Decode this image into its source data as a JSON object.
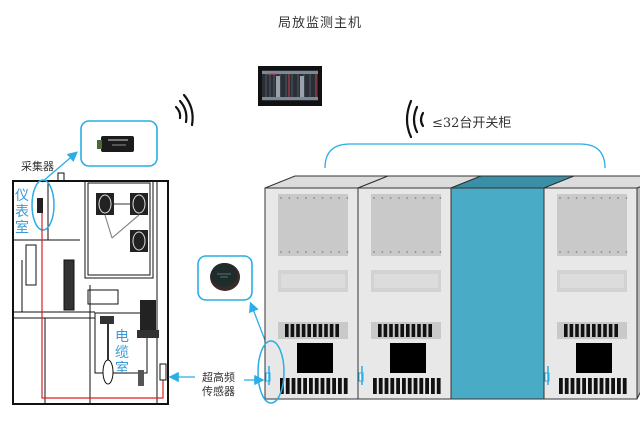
{
  "title": "局放监测主机",
  "monitor_host": {
    "label": "局放监测主机",
    "icon": "monitor-screen-icon"
  },
  "labels": {
    "collector": "采集器",
    "instrument_room": [
      "仪",
      "表",
      "室"
    ],
    "cable_room": [
      "电",
      "缆",
      "室"
    ],
    "uhf_sensor": [
      "超高频",
      "传感器"
    ],
    "switchgear_count": "≤32台开关柜"
  },
  "icons": {
    "wireless_left": "wireless-signal-icon",
    "wireless_right": "wireless-signal-icon",
    "collector_device": "collector-device-icon",
    "sensor_device": "uhf-sensor-icon"
  },
  "colors": {
    "accent_blue": "#29aee6",
    "label_blue": "#3a9ad9",
    "cabinet_teal": "#4aabc6",
    "cabinet_teal_top": "#3a8ea5",
    "cabinet_face": "#e8e8e8",
    "cabinet_panel": "#c9c9c9",
    "signal_red": "#e02020"
  },
  "switchgear": {
    "cabinets": [
      {
        "name": "cabinet-1",
        "type": "standard",
        "has_sensor": true,
        "highlighted": true
      },
      {
        "name": "cabinet-2",
        "type": "standard",
        "has_sensor": true,
        "highlighted": false
      },
      {
        "name": "cabinet-3",
        "type": "teal-blank",
        "has_sensor": false,
        "highlighted": false
      },
      {
        "name": "cabinet-4",
        "type": "standard",
        "has_sensor": true,
        "highlighted": false
      }
    ]
  }
}
